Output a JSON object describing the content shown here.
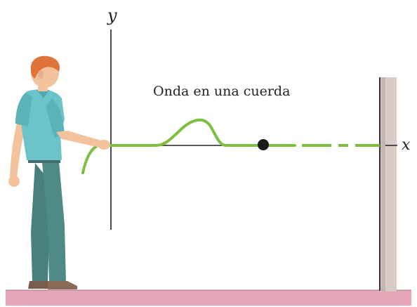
{
  "diagram": {
    "wave_label": "Onda en una cuerda",
    "y_axis_label": "y",
    "x_axis_label": "x"
  },
  "colors": {
    "string": "#7fbf3f",
    "floor": "#e6a6b8",
    "wall": "#d8ccc8",
    "skin": "#f2c39c",
    "hair": "#e0733a",
    "shirt": "#6cc4c8",
    "pants": "#4f8a86",
    "shoes": "#8a6a58",
    "axis": "#222222",
    "dot": "#1a1a1a"
  }
}
